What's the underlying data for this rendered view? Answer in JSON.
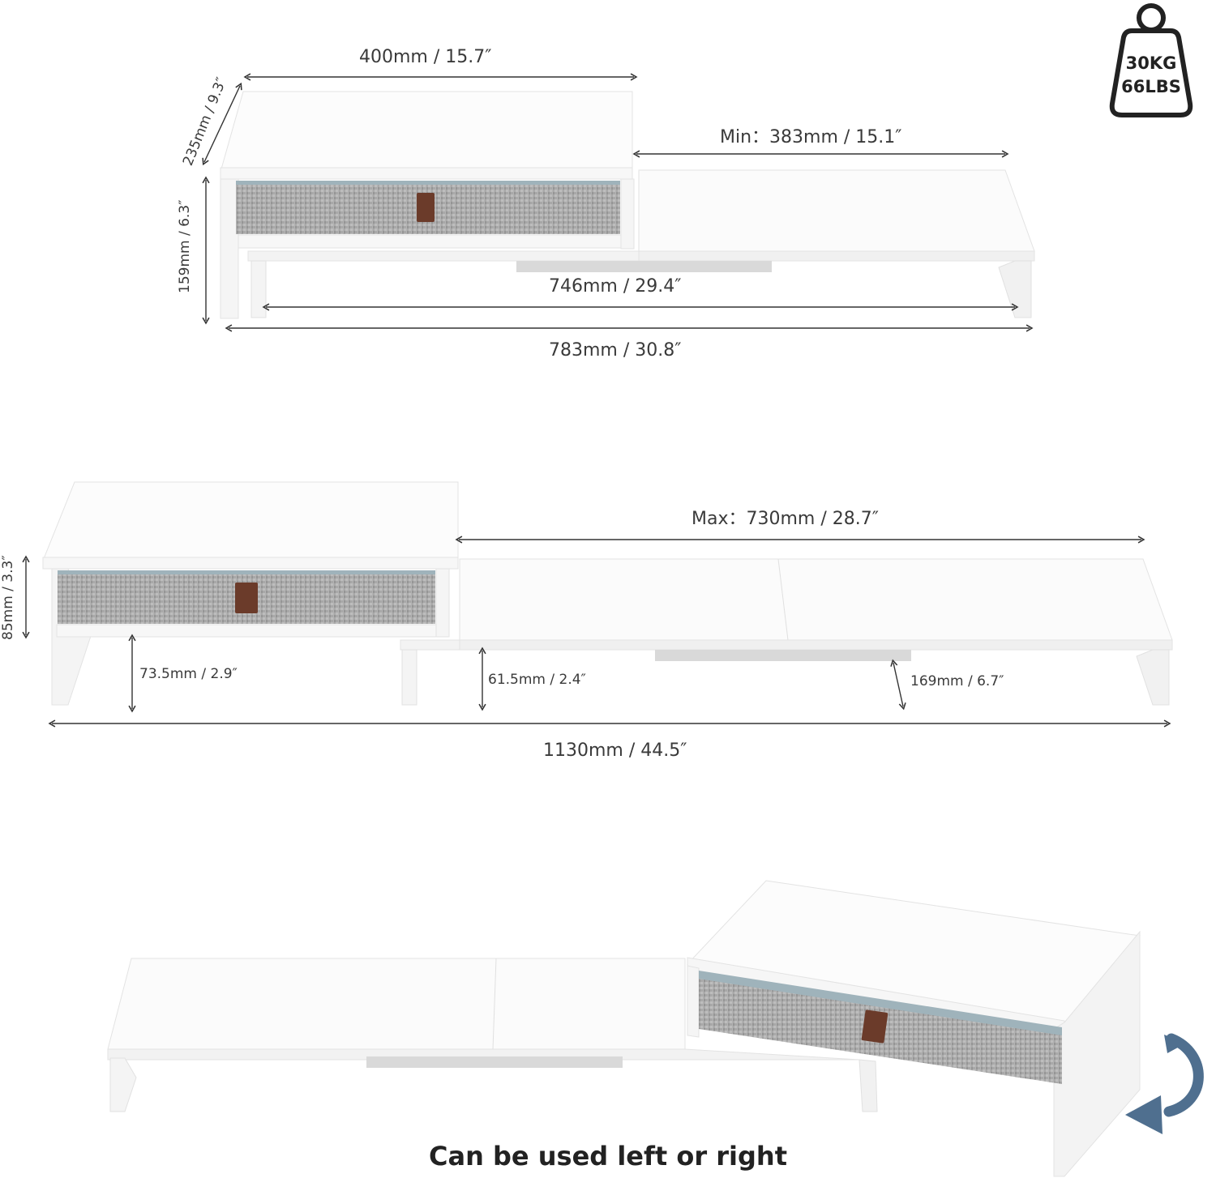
{
  "weight": {
    "kg": "30KG",
    "lbs": "66LBS"
  },
  "top": {
    "width_top": "400mm / 15.7″",
    "depth": "235mm / 9.3″",
    "height": "159mm / 6.3″",
    "min_ext": "Min：383mm / 15.1″",
    "inner": "746mm / 29.4″",
    "total": "783mm / 30.8″"
  },
  "middle": {
    "max_ext": "Max：730mm / 28.7″",
    "drawer_h": "85mm / 3.3″",
    "clear1": "73.5mm / 2.9″",
    "clear2": "61.5mm / 2.4″",
    "clear3": "169mm / 6.7″",
    "total": "1130mm / 44.5″"
  },
  "caption": "Can be used left or right",
  "colors": {
    "panel": "#fdfdfd",
    "edge": "#e6e6e6",
    "fabric": "#a9a9a9",
    "trim": "#9fb3bb",
    "pull": "#6b3b2a",
    "arrow": "#4f6f8f"
  }
}
